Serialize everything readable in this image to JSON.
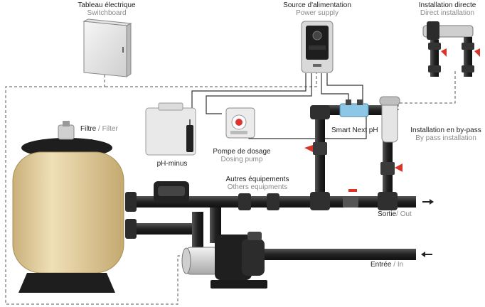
{
  "labels": {
    "switchboard": {
      "fr": "Tableau électrique",
      "en": "Switchboard"
    },
    "power_supply": {
      "fr": "Source d'alimentation",
      "en": "Power supply"
    },
    "direct_installation": {
      "fr": "Installation directe",
      "en": "Direct installation"
    },
    "filter": {
      "fr": "Filtre",
      "sep": " / ",
      "en": "Filter"
    },
    "smart_next_ph": "Smart Next pH",
    "bypass_installation": {
      "fr": "Installation en by-pass",
      "en": "By pass installation"
    },
    "dosing_pump": {
      "fr": "Pompe de dosage",
      "en": "Dosing pump"
    },
    "ph_minus": "pH-minus",
    "others_equipments": {
      "fr": "Autres équipements",
      "en": "Others equipments"
    },
    "out": {
      "fr": "Sortie",
      "sep": "/ ",
      "en": "Out"
    },
    "in": {
      "fr": "Entrée",
      "sep": " / ",
      "en": "In"
    }
  },
  "colors": {
    "pipe": "#2a2a2a",
    "filter_tank": "#e2cfa2",
    "valve_red": "#d8342a",
    "sensor_blue": "#8cc7e6",
    "cable": "#333333",
    "label_en": "#8a8a8a"
  }
}
